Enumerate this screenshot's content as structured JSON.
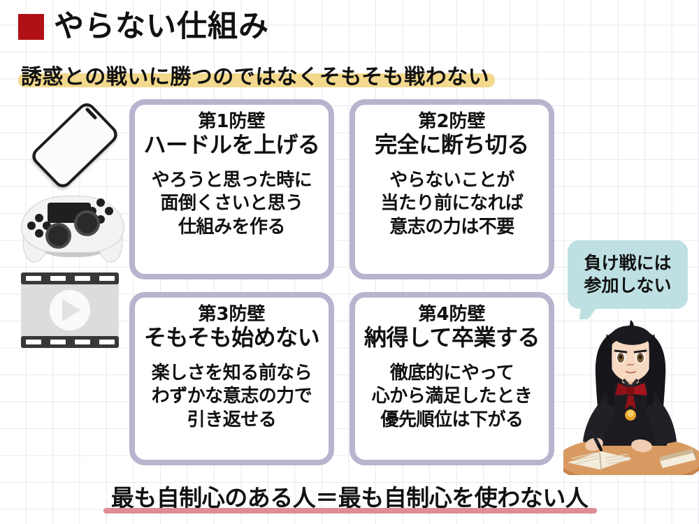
{
  "slide": {
    "title": "やらない仕組み",
    "title_marker_color": "#b01116",
    "subtitle": "誘惑との戦いに勝つのではなくそもそも戦わない",
    "subtitle_highlight_color": "#f3d98d",
    "footer": "最も自制心のある人＝最も自制心を使わない人",
    "footer_underline_color": "#dd8d93",
    "card_border_color": "#b6b4ce",
    "bubble_color": "#bfe0e2"
  },
  "icons": {
    "phone": "smartphone-icon",
    "gamepad": "game-controller-icon",
    "video": "video-film-strip-icon",
    "character": "studying-girl-illustration"
  },
  "cards": [
    {
      "label": "第1防壁",
      "heading": "ハードルを上げる",
      "body": [
        "やろうと思った時に",
        "面倒くさいと思う",
        "仕組みを作る"
      ]
    },
    {
      "label": "第2防壁",
      "heading": "完全に断ち切る",
      "body": [
        "やらないことが",
        "当たり前になれば",
        "意志の力は不要"
      ]
    },
    {
      "label": "第3防壁",
      "heading": "そもそも始めない",
      "body": [
        "楽しさを知る前なら",
        "わずかな意志の力で",
        "引き返せる"
      ]
    },
    {
      "label": "第4防壁",
      "heading": "納得して卒業する",
      "body": [
        "徹底的にやって",
        "心から満足したとき",
        "優先順位は下がる"
      ]
    }
  ],
  "speech_bubble": {
    "line1": "負け戦には",
    "line2": "参加しない"
  }
}
